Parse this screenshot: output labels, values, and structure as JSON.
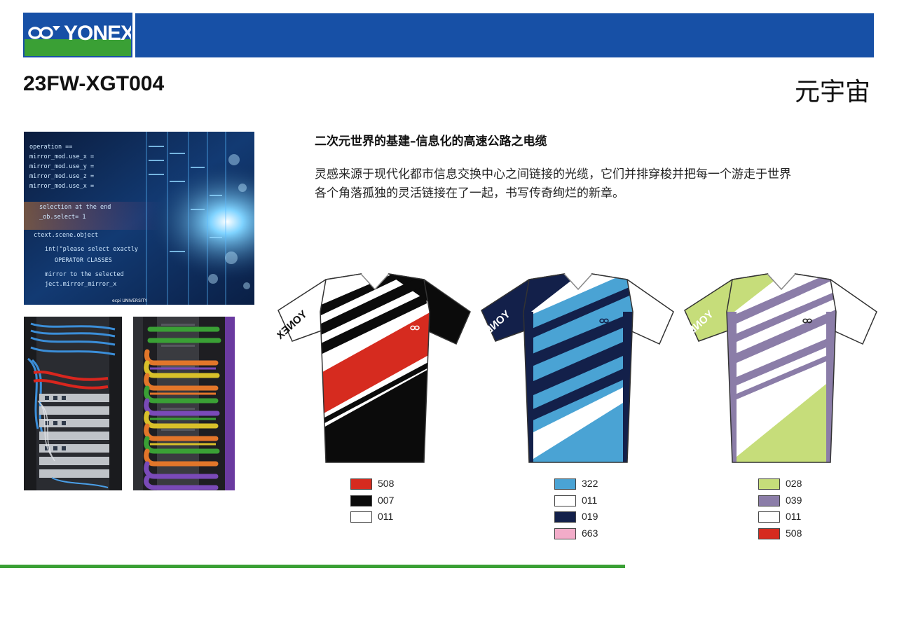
{
  "brand": {
    "name": "YONEX",
    "blue": "#1750a6",
    "green": "#3aa035"
  },
  "model_code": "23FW-XGT004",
  "theme_title": "元宇宙",
  "headline": "二次元世界的基建–信息化的高速公路之电缆",
  "description": [
    "灵感来源于现代化都市信息交换中心之间链接的光缆，它们并排穿梭并把每一个游走于世界",
    "各个角落孤独的灵活链接在了一起，书写传奇绚烂的新章。"
  ],
  "photos": {
    "p1_code_lines": [
      "operation ==",
      "mirror_mod.use_x =",
      "mirror_mod.use_y =",
      "mirror_mod.use_z =",
      "mirror_mod.use_x =",
      "selection at the end",
      "_ob.select= 1",
      "ctext.scene.object",
      "int(\"please select exactly",
      "OPERATOR CLASSES",
      "mirror to the selected",
      "ject.mirror_mirror_x"
    ],
    "p1_watermark": "ecpi UNIVERSITY"
  },
  "shirt_logo_text": "YONEX",
  "colorways": [
    {
      "name": "red",
      "swatches": [
        {
          "code": "508",
          "color": "#d62b1f"
        },
        {
          "code": "007",
          "color": "#0b0b0b"
        },
        {
          "code": "011",
          "color": "#ffffff"
        }
      ]
    },
    {
      "name": "blue",
      "swatches": [
        {
          "code": "322",
          "color": "#4aa3d4"
        },
        {
          "code": "011",
          "color": "#ffffff"
        },
        {
          "code": "019",
          "color": "#13204a"
        },
        {
          "code": "663",
          "color": "#f2acc9"
        }
      ]
    },
    {
      "name": "lime",
      "swatches": [
        {
          "code": "028",
          "color": "#c6dd7a"
        },
        {
          "code": "039",
          "color": "#8b7da8"
        },
        {
          "code": "011",
          "color": "#ffffff"
        },
        {
          "code": "508",
          "color": "#d62b1f"
        }
      ]
    }
  ]
}
